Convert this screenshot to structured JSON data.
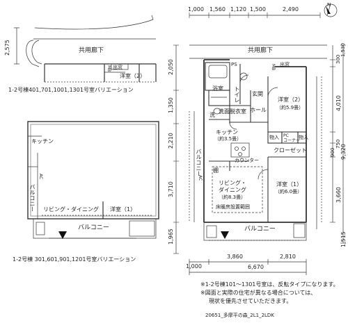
{
  "top_dims": [
    "1,000",
    "1,560",
    "1,120",
    "1,500",
    "2,490"
  ],
  "bottom_dims": {
    "a": "1,000",
    "b": "3,860",
    "c": "2,810",
    "total": "6,670"
  },
  "left_dims": [
    "2,050",
    "1,350",
    "2,210",
    "3,710",
    "1,965"
  ],
  "right_dims": [
    "300",
    "1,530",
    "4,010",
    "750",
    "900",
    "9,320",
    "3,660",
    "1,515"
  ],
  "var_top_dim": "2,575",
  "main": {
    "corridor": "共用廊下",
    "ps": "PS",
    "mb": "MB",
    "window": "出窓",
    "bath": "浴室",
    "toilet": "トイレ",
    "entrance": "玄関",
    "washroom": "洗面脱衣室",
    "wash": "洗",
    "hall": "ホール",
    "western2": "洋室（2）",
    "western2_size": "（約5.9畳）",
    "kitchen": "キッチン",
    "kitchen_size": "（約3.5畳）",
    "storage": "物入",
    "pc_corner": "PC",
    "pc_corner2": "コーナー",
    "closet": "クローゼット",
    "counter": "カウンター",
    "shelf": "棚",
    "balcony": "バルコニー",
    "living1": "リビング・",
    "living2": "ダイニング",
    "living_size": "（約8.3畳）",
    "floorheat": "床暖房設置範囲",
    "western1": "洋室（1）",
    "western1_size": "（約6.0畳）",
    "ac": "AC",
    "balcony_bottom": "バルコニー"
  },
  "var1": {
    "corridor": "共用廊下",
    "mb": "MB",
    "window": "出窓",
    "room": "洋室（2）",
    "caption": "1-2号棟401,701,1001,1301号室バリエーション"
  },
  "var2": {
    "kitchen": "キッチン",
    "balcony_side": "バルコニー",
    "ld": "リビング・ダイニング",
    "room": "洋室（1）",
    "balcony": "バルコニー",
    "ac": "AC",
    "caption": "1-2号棟 301,601,901,1201号室バリエーション"
  },
  "compass": "N",
  "notes": [
    "※1-2号棟101〜1301号室は、反転タイプになります。",
    "※図面と実際の住宅が異なる場合については、",
    "現状を優先させていただきます。"
  ],
  "footer": "20651_多摩平の森_2L1_2LDK"
}
